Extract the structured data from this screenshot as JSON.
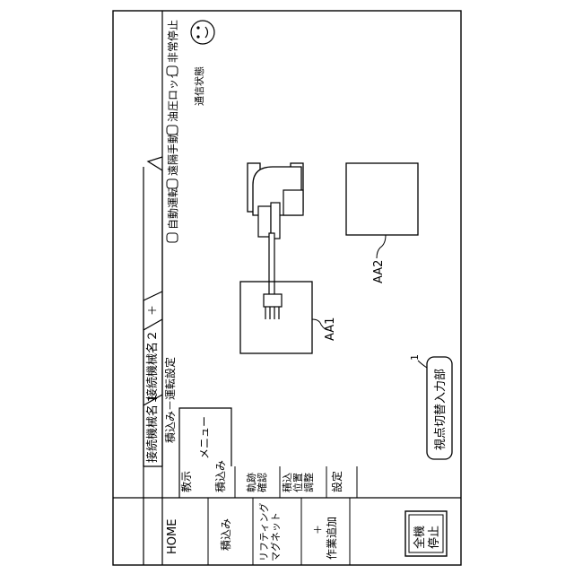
{
  "tabs": {
    "tab1": "接続機械名１",
    "tab2": "接続機械名２",
    "add": "＋"
  },
  "breadcrumb": "積込み－運転設定",
  "menu_label": "メニュー",
  "status": {
    "auto_run": "自動運転",
    "remote_manual": "遠隔手動",
    "hydraulic_lock": "油圧ロック",
    "emergency_stop": "非常停止",
    "comm_status": "通信状態"
  },
  "sidebar": {
    "home": "HOME",
    "items": [
      {
        "label": "積込み"
      },
      {
        "label": "リフティングマグネット"
      },
      {
        "label": "＋作業追加"
      }
    ],
    "all_stop": "全機停止"
  },
  "submenu": {
    "items": [
      {
        "label": "教示"
      },
      {
        "label": "積込み"
      },
      {
        "label": "軌跡確認"
      },
      {
        "label": "積込位置調整"
      },
      {
        "label": "設定"
      }
    ]
  },
  "workspace": {
    "aa1_label": "AA1",
    "aa2_label": "AA2",
    "viewpoint_button": "視点切替入力部",
    "viewpoint_ref": "1"
  }
}
